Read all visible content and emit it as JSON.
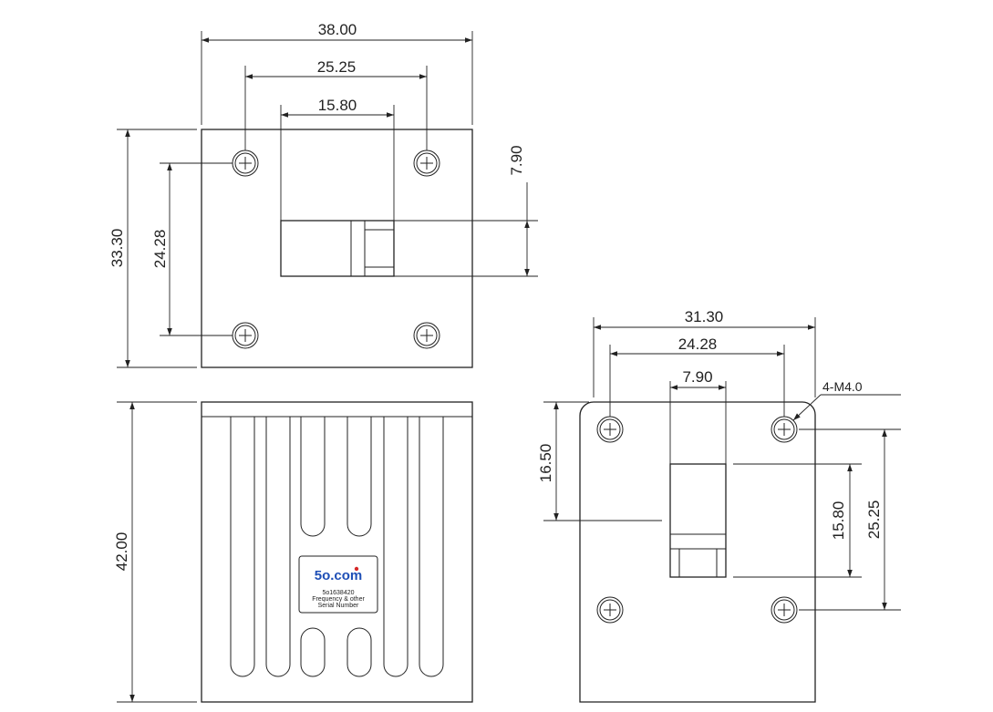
{
  "top_view": {
    "overall_width": "38.00",
    "hole_spacing_x": "25.25",
    "port_width": "15.80",
    "port_height": "7.90",
    "overall_height": "33.30",
    "hole_spacing_y": "24.28"
  },
  "front_view": {
    "overall_height": "42.00",
    "label": {
      "logo": "5o.com",
      "part_number": "5o1638420",
      "line2": "Frequency & other",
      "line3": "Serial Number"
    }
  },
  "flange_view": {
    "overall_width": "31.30",
    "hole_spacing_x": "24.28",
    "port_width": "7.90",
    "hole_callout": "4-M4.0",
    "port_offset": "16.50",
    "port_height": "15.80",
    "hole_spacing_y": "25.25"
  }
}
